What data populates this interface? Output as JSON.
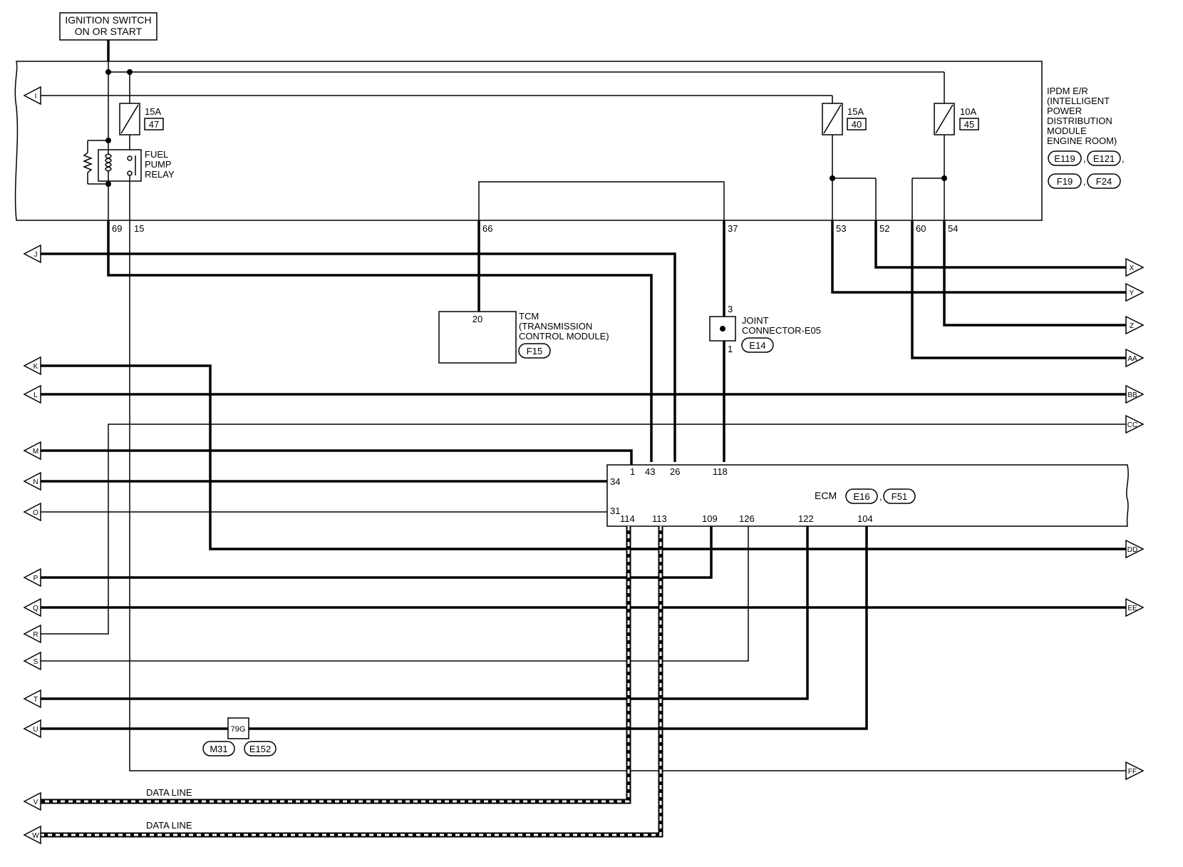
{
  "ignition": {
    "line1": "IGNITION SWITCH",
    "line2": "ON OR START"
  },
  "ipdm": {
    "label": [
      "IPDM E/R",
      "(INTELLIGENT",
      "POWER",
      "DISTRIBUTION",
      "MODULE",
      "ENGINE ROOM)"
    ],
    "connectors": [
      "E119",
      "E121",
      "F19",
      "F24"
    ],
    "fuses": [
      {
        "amps": "15A",
        "num": "47"
      },
      {
        "amps": "15A",
        "num": "40"
      },
      {
        "amps": "10A",
        "num": "45"
      }
    ],
    "relay_label": [
      "FUEL",
      "PUMP",
      "RELAY"
    ],
    "pins": [
      "69",
      "15",
      "66",
      "37",
      "53",
      "52",
      "60",
      "54"
    ]
  },
  "tcm": {
    "pin": "20",
    "label": [
      "TCM",
      "(TRANSMISSION",
      "CONTROL MODULE)"
    ],
    "connector": "F15"
  },
  "joint": {
    "pin_top": "3",
    "pin_bottom": "1",
    "label": [
      "JOINT",
      "CONNECTOR-E05"
    ],
    "connector": "E14"
  },
  "ecm": {
    "label": "ECM",
    "connectors": [
      "E16",
      "F51"
    ],
    "top_pins": [
      "1",
      "43",
      "26",
      "118"
    ],
    "side_pins": [
      "34",
      "31"
    ],
    "bottom_pins": [
      "114",
      "113",
      "109",
      "126",
      "122",
      "104"
    ]
  },
  "inline_connector": {
    "pin": "79G",
    "connectors": [
      "M31",
      "E152"
    ]
  },
  "data_line_label": "DATA LINE",
  "left_refs": [
    "I",
    "J",
    "K",
    "L",
    "M",
    "N",
    "O",
    "P",
    "Q",
    "R",
    "S",
    "T",
    "U",
    "V",
    "W"
  ],
  "right_refs": [
    "X",
    "Y",
    "Z",
    "AA",
    "BB",
    "CC",
    "DD",
    "EE",
    "FF"
  ]
}
